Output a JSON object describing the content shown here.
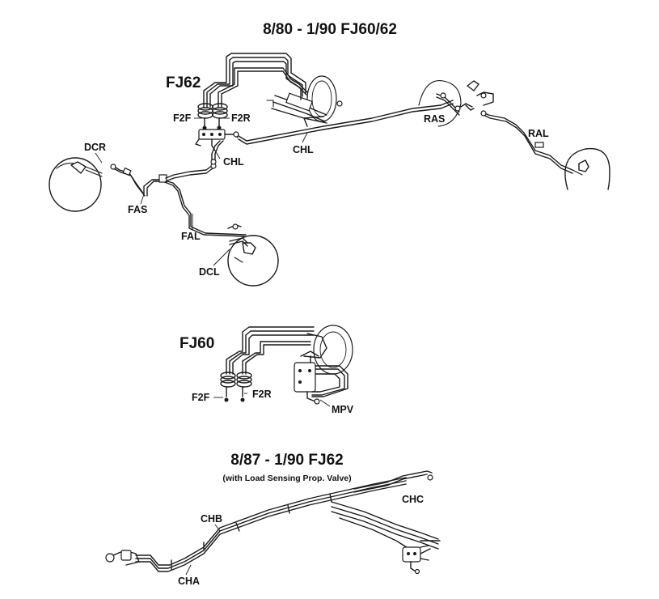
{
  "titles": {
    "main": "8/80 - 1/90 FJ60/62",
    "fj62": "FJ62",
    "fj60": "FJ60",
    "late": "8/87 - 1/90 FJ62",
    "late_sub": "(with Load Sensing Prop. Valve)"
  },
  "labels": {
    "dcr": "DCR",
    "fas": "FAS",
    "fal": "FAL",
    "dcl": "DCL",
    "f2f_top": "F2F",
    "f2r_top": "F2R",
    "chl_small": "CHL",
    "chl_long": "CHL",
    "ras": "RAS",
    "ral": "RAL",
    "f2f_mid": "F2F",
    "f2r_mid": "F2R",
    "mpv": "MPV",
    "chb": "CHB",
    "chc": "CHC",
    "cha": "CHA"
  }
}
